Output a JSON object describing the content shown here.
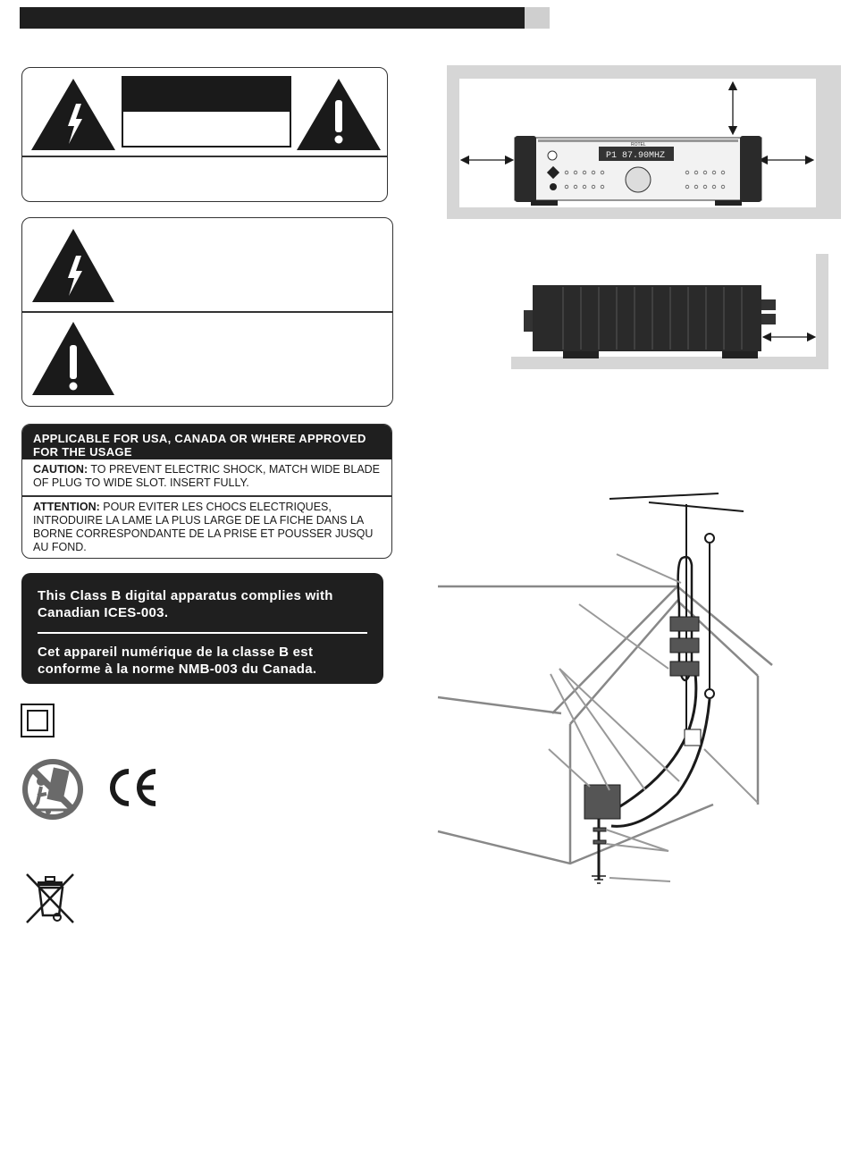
{
  "plug_notice": {
    "heading": "APPLICABLE FOR USA, CANADA OR WHERE APPROVED FOR THE USAGE",
    "caution_label": "CAUTION:",
    "caution_text": " TO PREVENT ELECTRIC SHOCK, MATCH WIDE BLADE OF PLUG TO WIDE SLOT. INSERT FULLY.",
    "attention_label": "ATTENTION:",
    "attention_text": " POUR EVITER LES CHOCS ELECTRIQUES, INTRODUIRE LA LAME LA PLUS LARGE DE LA FICHE DANS LA BORNE CORRESPONDANTE DE LA PRISE ET POUSSER JUSQU AU FOND."
  },
  "ices_notice": {
    "english": "This Class B digital apparatus complies with Canadian ICES-003.",
    "french": "Cet appareil numérique de la classe B est conforme à la norme NMB-003 du Canada."
  },
  "marks": {
    "ce": "CE"
  },
  "unit": {
    "brand": "ROTEL",
    "display_text": "P1 87.90MHZ"
  },
  "icons": [
    "lightning-warning-icon",
    "exclamation-warning-icon",
    "class-ii-double-insulation-icon",
    "cart-tip-over-warning-icon",
    "ce-mark-icon",
    "weee-crossed-bin-icon"
  ]
}
